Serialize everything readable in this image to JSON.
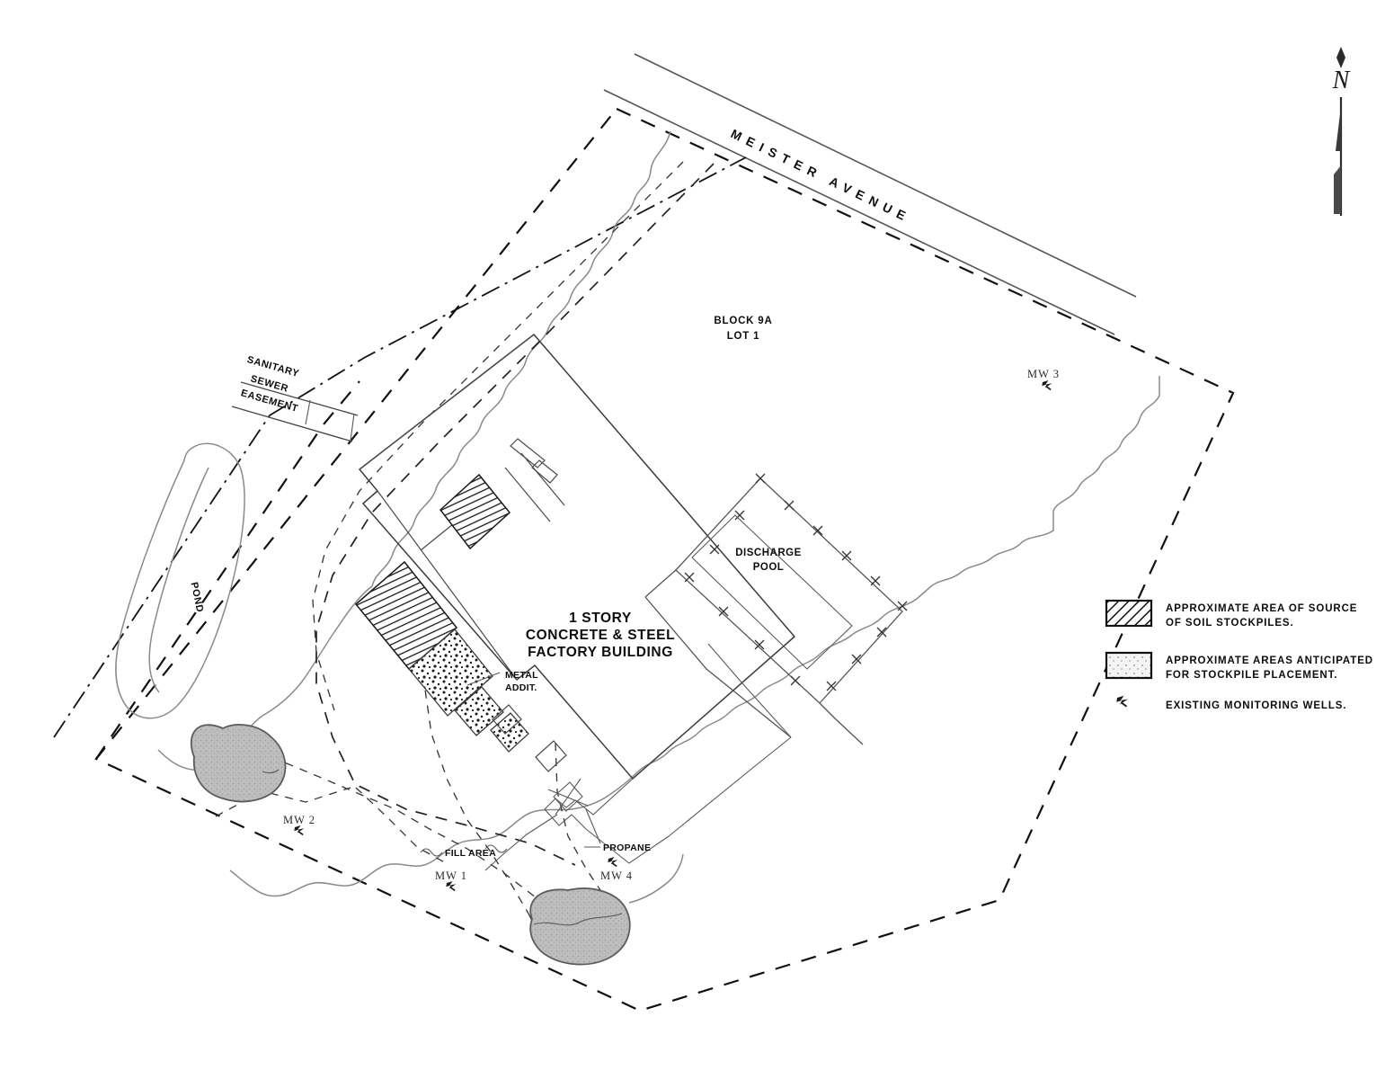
{
  "drawing": {
    "type": "site-plan",
    "background_color": "#ffffff",
    "ink_color": "#111111"
  },
  "north_arrow": {
    "label": "N",
    "name": "north-arrow"
  },
  "street": {
    "name": "MEISTER AVENUE"
  },
  "parcel": {
    "block_line": "BLOCK 9A",
    "lot_line": "LOT 1"
  },
  "building": {
    "line1": "1 STORY",
    "line2": "CONCRETE & STEEL",
    "line3": "FACTORY BUILDING",
    "annex_line1": "METAL",
    "annex_line2": "ADDIT."
  },
  "features": {
    "discharge_pool_line1": "DISCHARGE",
    "discharge_pool_line2": "POOL",
    "pond": "POND",
    "easement_line1": "SANITARY",
    "easement_line2": "SEWER",
    "easement_line3": "EASEMENT",
    "fill_area": "FILL  AREA",
    "propane": "PROPANE"
  },
  "monitoring_wells": [
    {
      "id": "mw1",
      "label": "MW 1"
    },
    {
      "id": "mw2",
      "label": "MW 2"
    },
    {
      "id": "mw3",
      "label": "MW 3"
    },
    {
      "id": "mw4",
      "label": "MW 4"
    }
  ],
  "legend": {
    "items": [
      {
        "swatch": "diagonal-hatch",
        "line1": "APPROXIMATE  AREA   OF   SOURCE",
        "line2": "OF SOIL STOCKPILES."
      },
      {
        "swatch": "stipple",
        "line1": "APPROXIMATE  AREAS ANTICIPATED",
        "line2": "FOR STOCKPILE PLACEMENT."
      },
      {
        "swatch": "well-symbol",
        "line1": "EXISTING MONITORING WELLS.",
        "line2": ""
      }
    ]
  }
}
